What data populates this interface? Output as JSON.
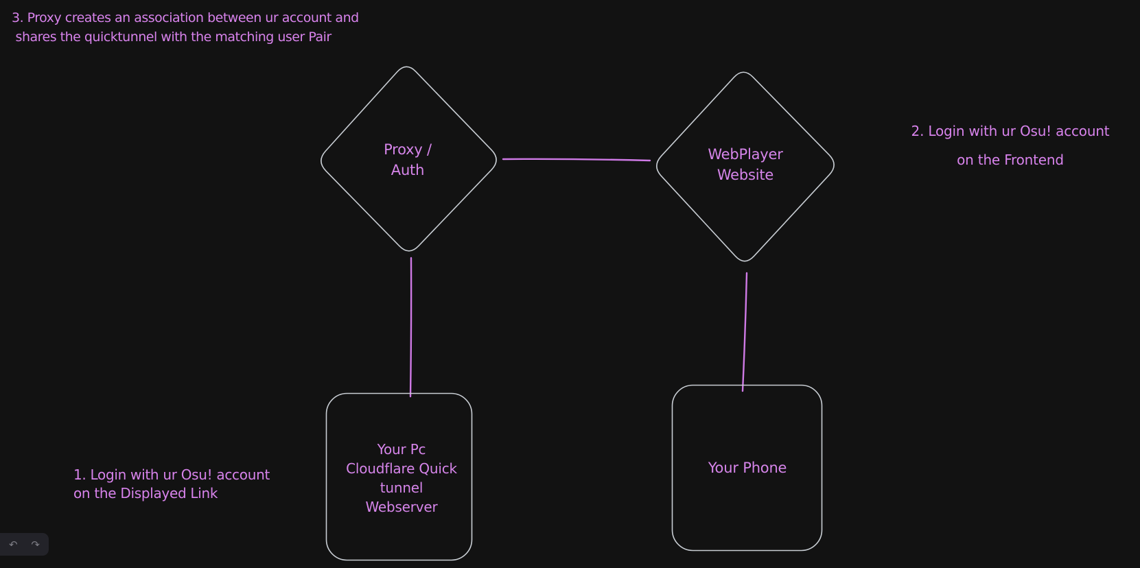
{
  "app": {
    "type": "whiteboard-diagram",
    "theme": "dark"
  },
  "colors": {
    "background": "#121212",
    "shape_stroke": "#c9ced4",
    "text_purple": "#d883ec",
    "connector_purple": "#cf7ae6",
    "panel_bg": "#232329",
    "panel_icon": "#7d7d85"
  },
  "annotations": {
    "step3": "3. Proxy creates an association between ur account and\n shares the quicktunnel with the matching user Pair",
    "step2": "2. Login with ur Osu! account\non the Frontend",
    "step1": "1. Login with ur Osu! account\non the Displayed Link"
  },
  "nodes": {
    "proxy_auth": {
      "shape": "diamond",
      "label": "Proxy /\nAuth"
    },
    "webplayer": {
      "shape": "diamond",
      "label": "WebPlayer\nWebsite"
    },
    "pc_webserver": {
      "shape": "rounded-rectangle",
      "label": "Your Pc\nCloudflare Quick\ntunnel\nWebserver"
    },
    "phone": {
      "shape": "rounded-rectangle",
      "label": "Your Phone"
    }
  },
  "edges": [
    {
      "from": "proxy_auth",
      "to": "webplayer",
      "style": "line"
    },
    {
      "from": "proxy_auth",
      "to": "pc_webserver",
      "style": "line"
    },
    {
      "from": "webplayer",
      "to": "phone",
      "style": "line"
    }
  ],
  "toolbar": {
    "undo_icon": "↶",
    "redo_icon": "↷"
  }
}
